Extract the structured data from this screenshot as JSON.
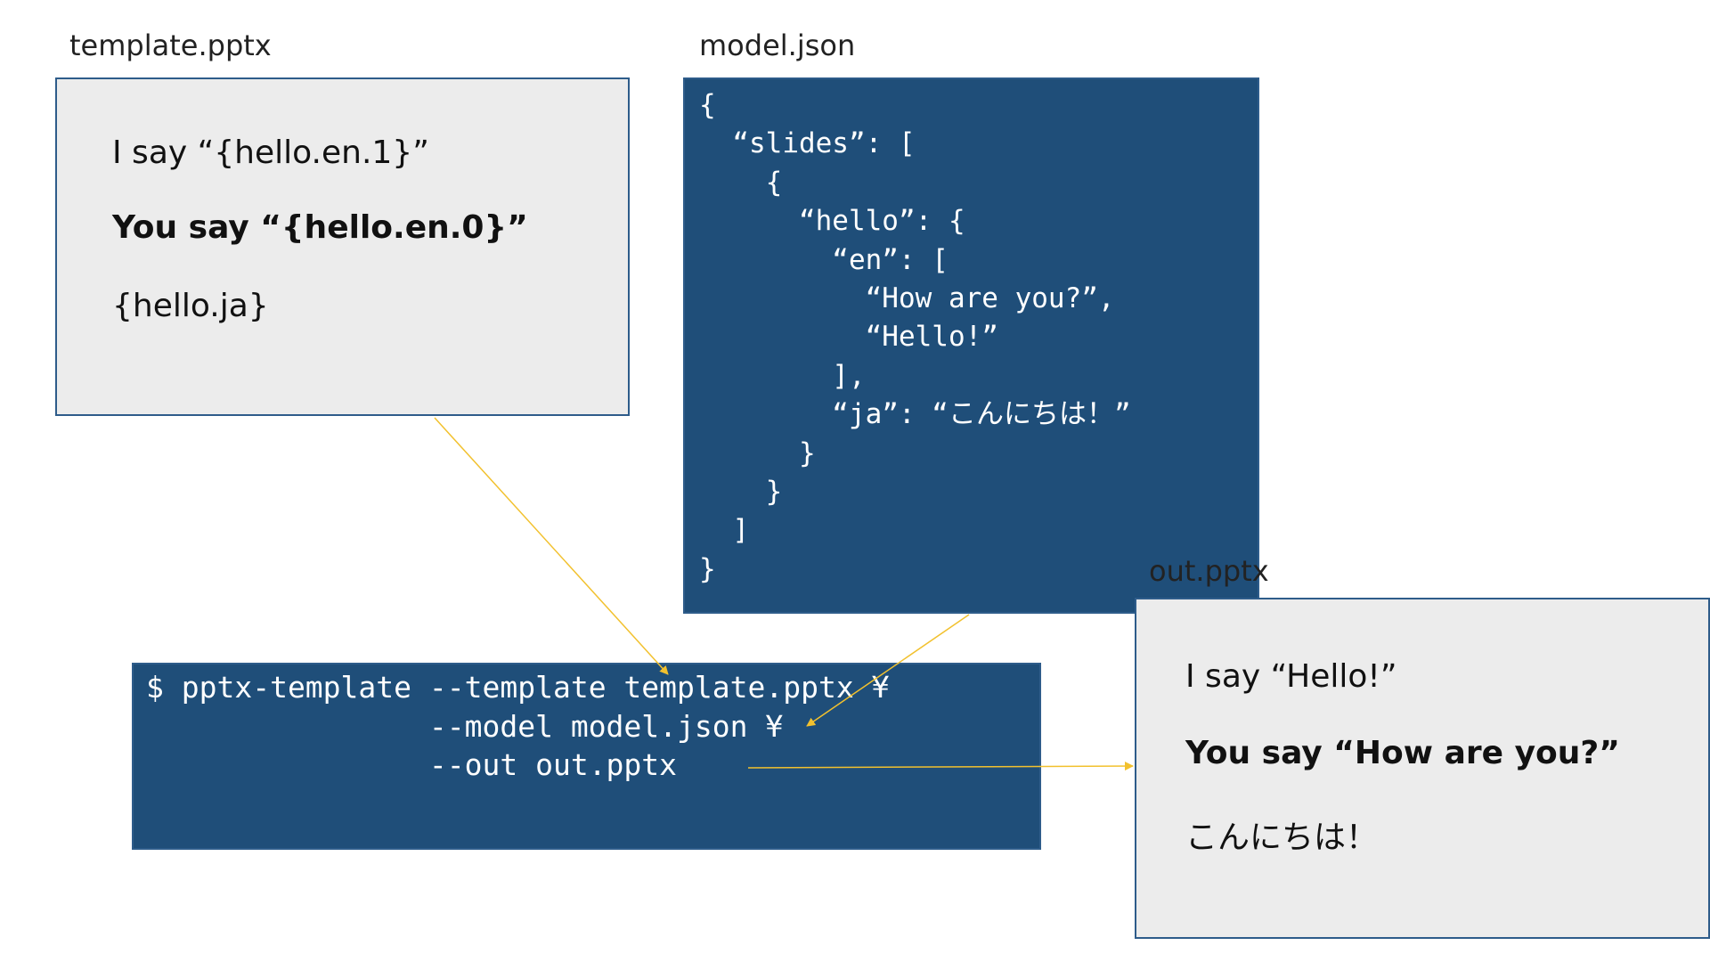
{
  "template": {
    "filename": "template.pptx",
    "lines": [
      "I say “{hello.en.1}”",
      "You say “{hello.en.0}”",
      "{hello.ja}"
    ]
  },
  "model": {
    "filename": "model.json",
    "code": "{\n  “slides”: [\n    {\n      “hello”: {\n        “en”: [\n          “How are you?”,\n          “Hello!”\n        ],\n        “ja”: “こんにちは！”\n      }\n    }\n  ]\n}"
  },
  "command": {
    "code": "$ pptx-template --template template.pptx ¥\n                --model model.json ¥\n                --out out.pptx"
  },
  "output": {
    "filename": "out.pptx",
    "lines": [
      "I say “Hello!”",
      "You say “How are you?”",
      "こんにちは！"
    ]
  },
  "colors": {
    "panel_dark": "#1f4e79",
    "panel_light": "#ececec",
    "arrow": "#f2c12e"
  }
}
